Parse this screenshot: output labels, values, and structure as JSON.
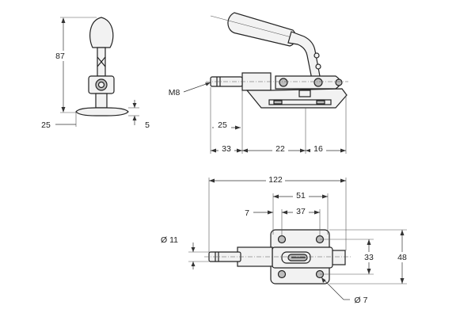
{
  "side_view": {
    "height_label": "87",
    "base_width_label": "25",
    "base_thickness_label": "5"
  },
  "front_view": {
    "thread_label": "M8",
    "plunger_label": "25",
    "seg1_label": "33",
    "seg2_label": "22",
    "seg3_label": "16"
  },
  "top_view": {
    "total_length_label": "122",
    "hole_span_label": "51",
    "inner_span_label": "37",
    "offset_label": "7",
    "plunger_diameter_label": "Ø 11",
    "height_inner_label": "33",
    "height_outer_label": "48",
    "hole_diameter_label": "Ø 7"
  },
  "colors": {
    "stroke": "#222222",
    "fill_light": "#f2f2f2",
    "fill_mid": "#bdbdbd"
  }
}
